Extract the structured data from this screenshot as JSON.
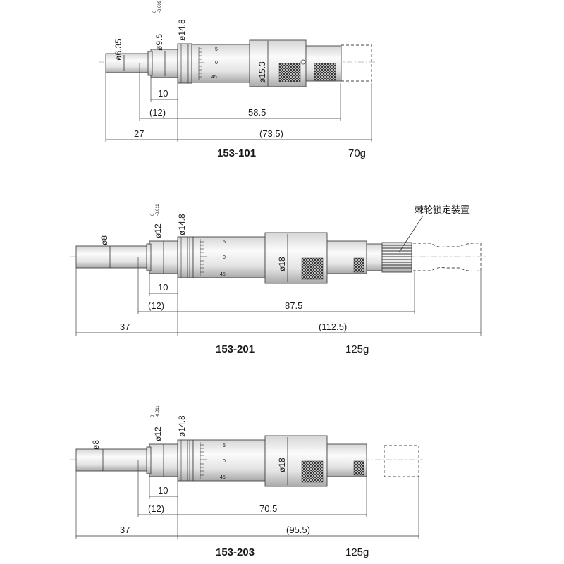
{
  "models": [
    {
      "model": "153-101",
      "weight": "70g",
      "dims": {
        "spindle_dia": "ø6.35",
        "stem_dia": "ø9.5",
        "stem_tol": "0\n-0.009",
        "collar_dia": "ø14.8",
        "thimble_dia": "ø15.3",
        "collar_len": "10",
        "stem_len": "(12)",
        "spindle_len": "27",
        "body_len": "58.5",
        "total_len": "(73.5)"
      },
      "scale_marks": [
        "5",
        "0",
        "45"
      ]
    },
    {
      "model": "153-201",
      "weight": "125g",
      "dims": {
        "spindle_dia": "ø8",
        "stem_dia": "ø12",
        "stem_tol": "0\n-0.011",
        "collar_dia": "ø14.8",
        "thimble_dia": "ø18",
        "collar_len": "10",
        "stem_len": "(12)",
        "spindle_len": "37",
        "body_len": "87.5",
        "total_len": "(112.5)"
      },
      "scale_marks": [
        "5",
        "0",
        "45"
      ],
      "callout": "棘轮锁定装置"
    },
    {
      "model": "153-203",
      "weight": "125g",
      "dims": {
        "spindle_dia": "ø8",
        "stem_dia": "ø12",
        "stem_tol": "0\n-0.011",
        "collar_dia": "ø14.8",
        "thimble_dia": "ø18",
        "collar_len": "10",
        "stem_len": "(12)",
        "spindle_len": "37",
        "body_len": "70.5",
        "total_len": "(95.5)"
      },
      "scale_marks": [
        "5",
        "0",
        "45"
      ]
    }
  ]
}
